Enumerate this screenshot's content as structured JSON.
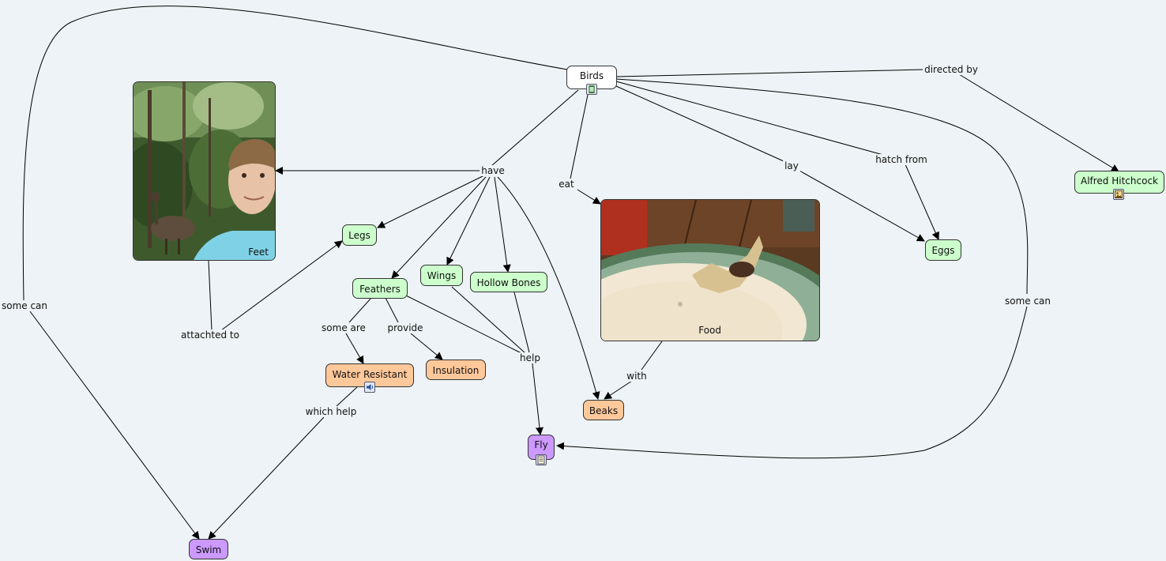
{
  "nodes": {
    "birds": "Birds",
    "feet": "Feet",
    "legs": "Legs",
    "feathers": "Feathers",
    "wings": "Wings",
    "hollow_bones": "Hollow Bones",
    "water_resistant": "Water Resistant",
    "insulation": "Insulation",
    "food": "Food",
    "beaks": "Beaks",
    "eggs": "Eggs",
    "alfred_hitchcock": "Alfred Hitchcock",
    "fly": "Fly",
    "swim": "Swim"
  },
  "links": {
    "have": "have",
    "eat": "eat",
    "lay": "lay",
    "hatch_from": "hatch from",
    "directed_by": "directed by",
    "some_can_left": "some can",
    "some_can_right": "some can",
    "attached_to": "attachted to",
    "some_are": "some are",
    "provide": "provide",
    "help": "help",
    "which_help": "which help",
    "with": "with"
  },
  "colors": {
    "green_node": "#ccffcc",
    "orange_node": "#ffc89b",
    "purple_node": "#cc99ff",
    "white_node": "#ffffff",
    "background": "#edf3f6"
  },
  "icons": {
    "birds": "film-icon",
    "alfred_hitchcock": "image-icon",
    "water_resistant": "audio-icon",
    "fly": "document-icon"
  }
}
